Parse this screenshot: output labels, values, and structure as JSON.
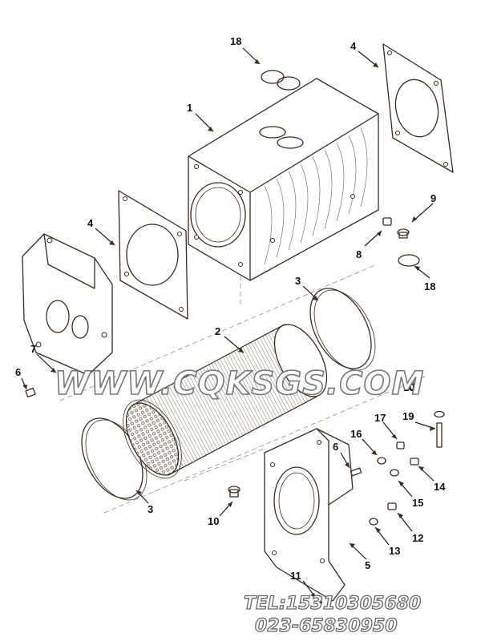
{
  "diagram": {
    "callouts": {
      "c1": "1",
      "c2": "2",
      "c3a": "3",
      "c3b": "3",
      "c4a": "4",
      "c4b": "4",
      "c5": "5",
      "c6a": "6",
      "c6b": "6",
      "c7": "7",
      "c8": "8",
      "c9": "9",
      "c10a": "10",
      "c10b": "10",
      "c11": "11",
      "c12": "12",
      "c13": "13",
      "c14": "14",
      "c15": "15",
      "c16": "16",
      "c17": "17",
      "c18a": "18",
      "c18b": "18",
      "c19": "19"
    },
    "watermark": {
      "site": "WWW.CQKSGS.COM",
      "tel": "TEL:15310305680",
      "phone": "023-65830950"
    },
    "colors": {
      "line": "#3a2a1a",
      "watermark_stroke": "#777777"
    }
  }
}
